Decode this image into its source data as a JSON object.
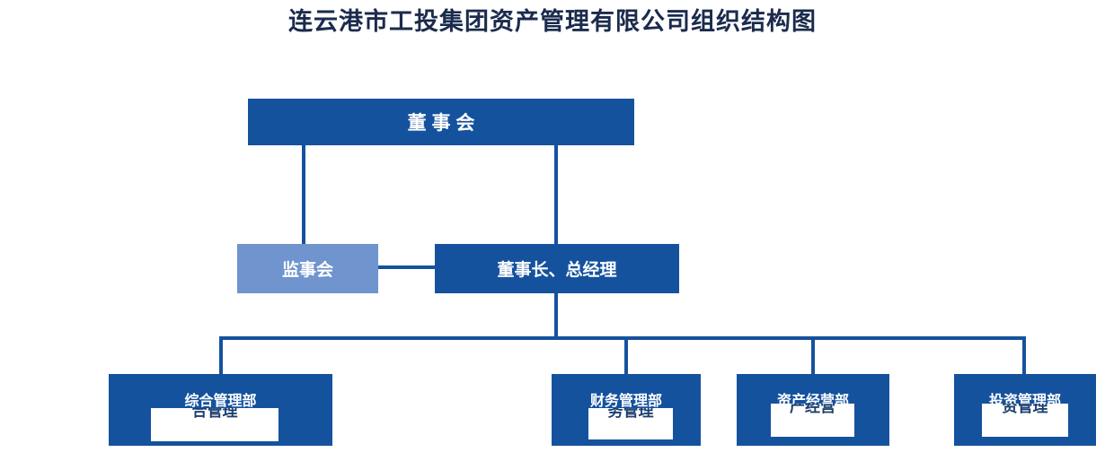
{
  "title": "连云港市工投集团资产管理有限公司组织结构图",
  "colors": {
    "primary_box": "#15529E",
    "secondary_box": "#6F94CE",
    "line": "#15529E",
    "title_text": "#1B2B4D",
    "box_text": "#FFFFFF",
    "artifact_text": "#1C3F6E"
  },
  "nodes": {
    "board": "董 事 会",
    "supervisory": "监事会",
    "chairman": "董事长、总经理"
  },
  "departments": [
    {
      "label": "综合管理部",
      "artifact_text": "合管理"
    },
    {
      "label": "财务管理部",
      "artifact_text": "务管理"
    },
    {
      "label": "资产经营部",
      "artifact_text": "产经营"
    },
    {
      "label": "投资管理部",
      "artifact_text": "资管理"
    }
  ]
}
